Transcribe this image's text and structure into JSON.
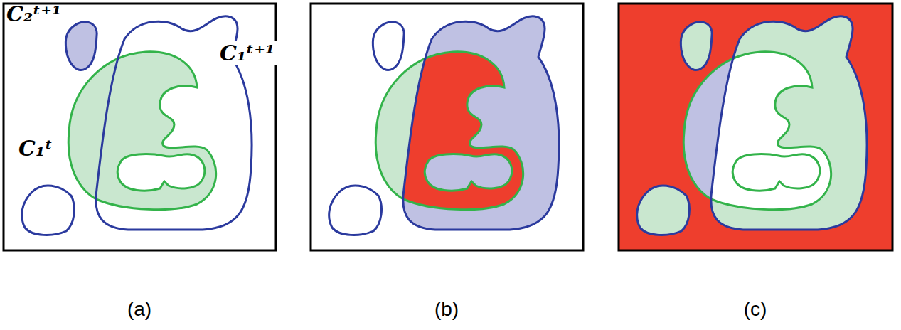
{
  "diagram": {
    "labels": [
      "C₂ᵗ⁺¹",
      "C₁ᵗ⁺¹",
      "C₁ᵗ",
      "(a)",
      "(b)",
      "(c)"
    ]
  }
}
